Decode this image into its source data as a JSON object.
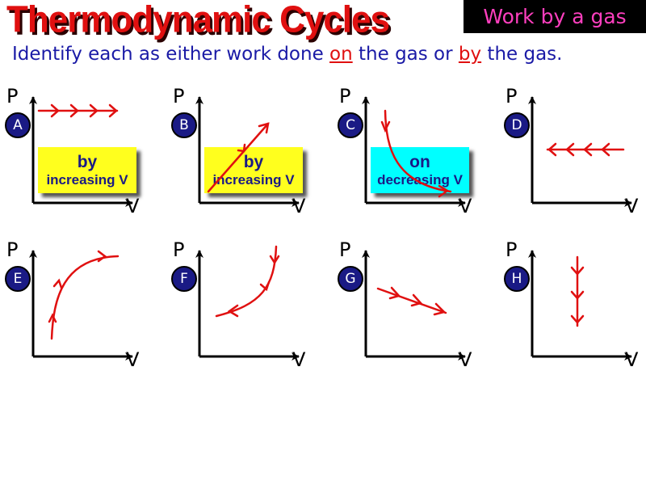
{
  "slide": {
    "title": "Thermodynamic Cycles",
    "tag": "Work by a gas",
    "instruction": {
      "before": "Identify each as either work done ",
      "on_word": "on",
      "middle": " the gas or ",
      "by_word": "by",
      "after": " the gas."
    }
  },
  "axes": {
    "y": "P",
    "x": "V"
  },
  "colors": {
    "title": "#e01010",
    "arrow": "#e01010",
    "badge": "#1a1a85",
    "by_box": "#ffff1e",
    "on_box": "#00ffff",
    "text": "#1a1aa6"
  },
  "panels": [
    {
      "id": "A",
      "curve": "horizontal-right",
      "answer": {
        "kind": "by",
        "word": "by",
        "detail": "increasing V"
      }
    },
    {
      "id": "B",
      "curve": "diagonal-up-right",
      "answer": {
        "kind": "by",
        "word": "by",
        "detail": "increasing V"
      }
    },
    {
      "id": "C",
      "curve": "hyperbola-down-right",
      "answer": {
        "kind": "on",
        "word": "on",
        "detail": "decreasing V"
      }
    },
    {
      "id": "D",
      "curve": "horizontal-left"
    },
    {
      "id": "E",
      "curve": "concave-up-right"
    },
    {
      "id": "F",
      "curve": "convex-down-left"
    },
    {
      "id": "G",
      "curve": "diagonal-down-right"
    },
    {
      "id": "H",
      "curve": "vertical-down"
    }
  ]
}
